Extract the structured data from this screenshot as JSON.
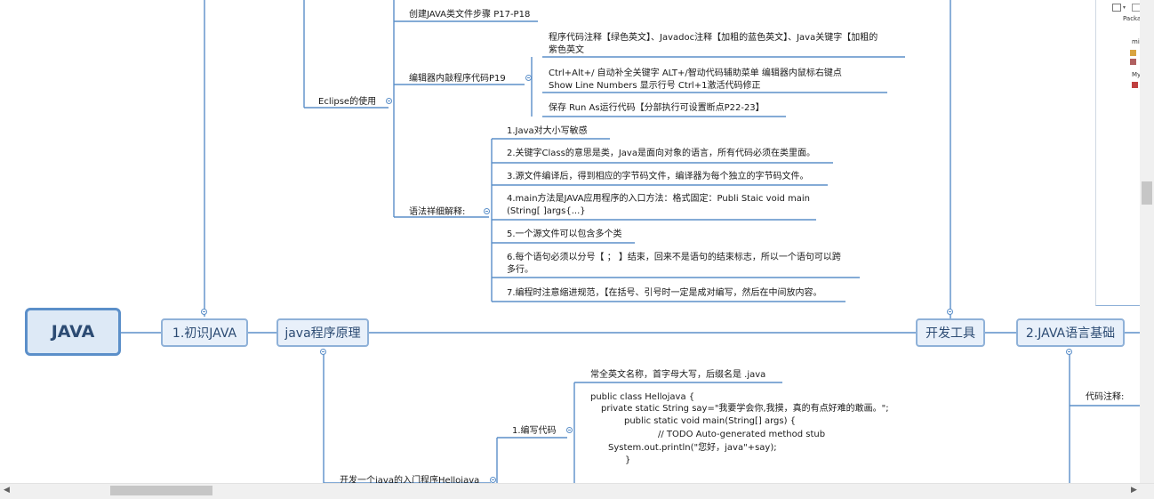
{
  "root": {
    "label": "JAVA"
  },
  "main_nodes": {
    "intro": "1.初识JAVA",
    "principle": "java程序原理",
    "devtools": "开发工具",
    "basics": "2.JAVA语言基础"
  },
  "top_branch": {
    "eclipse": "Eclipse的使用",
    "create_class": "创建JAVA类文件步骤 P17-P18",
    "editor": "编辑器内敲程序代码P19",
    "editor_items": [
      "程序代码注释【绿色英文】、Javadoc注释【加粗的蓝色英文】、Java关键字【加粗的",
      "紫色英文",
      "Ctrl+Alt+/   自动补全关键字      ALT+/智动代码辅助菜单      编辑器内鼠标右键点",
      "Show Line Numbers 显示行号    Ctrl+1激活代码修正",
      "保存    Run As运行代码【分部执行可设置断点P22-23】"
    ],
    "syntax": "语法祥细解释:",
    "syntax_items": [
      "1.Java对大小写敏感",
      "2.关键字Class的意思是类，Java是面向对象的语言，所有代码必须在类里面。",
      "3.源文件编译后，得到相应的字节码文件，编译器为每个独立的字节码文件。",
      "4.main方法是JAVA应用程序的入口方法：格式固定：Publi Staic void main",
      "(String[  ]args{...}",
      "5.一个源文件可以包含多个类",
      "6.每个语句必须以分号【  ；  】结束，回来不是语句的结束标志，所以一个语句可以跨",
      "多行。",
      "7.编程时注意缩进规范，【在括号、引号时一定是成对编写，然后在中间放内容。"
    ]
  },
  "bottom_branch": {
    "hello": "开发一个java的入门程序Hellojava",
    "write_code": "1.编写代码",
    "naming": "常全英文名称，首字母大写，后缀名是  .java",
    "code_lines": [
      "public class Hellojava {",
      "private static String say=\"我要学会你,我摸，真的有点好难的敢画。\";",
      "public static void main(String[] args) {",
      "// TODO Auto-generated method stub",
      "System.out.println(\"您好，java\"+say);",
      "}"
    ],
    "comment": "代码注释:"
  },
  "side_panel": {
    "label": "Packa",
    "items": [
      "mi",
      "My"
    ]
  },
  "colors": {
    "accent": "#5b8fc9",
    "node_fill": "#e8f0fa",
    "root_fill": "#dde9f6",
    "text": "#1a1a1a"
  }
}
